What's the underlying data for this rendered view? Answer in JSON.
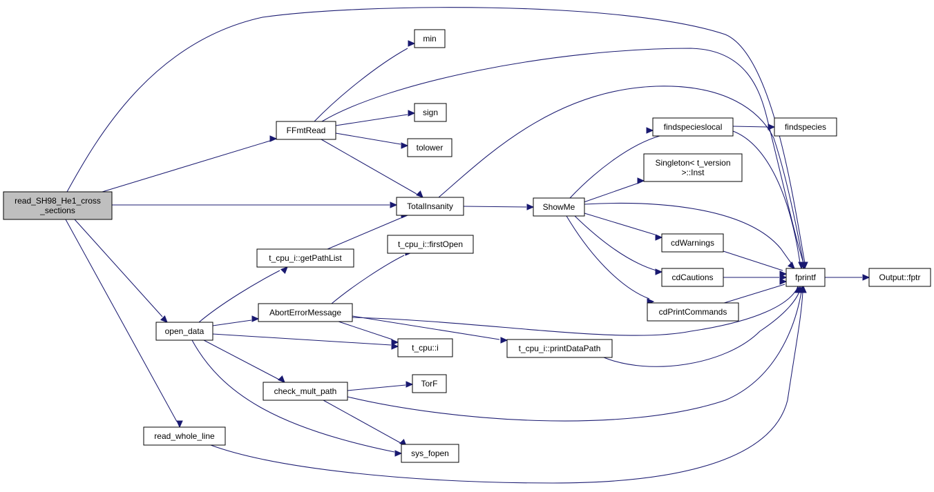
{
  "nodes": {
    "read_SH98": {
      "lines": [
        "read_SH98_He1_cross",
        "_sections"
      ]
    },
    "FFmtRead": {
      "lines": [
        "FFmtRead"
      ]
    },
    "min": {
      "lines": [
        "min"
      ]
    },
    "sign": {
      "lines": [
        "sign"
      ]
    },
    "tolower": {
      "lines": [
        "tolower"
      ]
    },
    "TotalInsanity": {
      "lines": [
        "TotalInsanity"
      ]
    },
    "ShowMe": {
      "lines": [
        "ShowMe"
      ]
    },
    "findspecieslocal": {
      "lines": [
        "findspecieslocal"
      ]
    },
    "findspecies": {
      "lines": [
        "findspecies"
      ]
    },
    "SingletonInst": {
      "lines": [
        "Singleton< t_version",
        ">::Inst"
      ]
    },
    "cdWarnings": {
      "lines": [
        "cdWarnings"
      ]
    },
    "cdCautions": {
      "lines": [
        "cdCautions"
      ]
    },
    "cdPrintCommands": {
      "lines": [
        "cdPrintCommands"
      ]
    },
    "fprintf": {
      "lines": [
        "fprintf"
      ]
    },
    "OutputFptr": {
      "lines": [
        "Output::fptr"
      ]
    },
    "getPathList": {
      "lines": [
        "t_cpu_i::getPathList"
      ]
    },
    "firstOpen": {
      "lines": [
        "t_cpu_i::firstOpen"
      ]
    },
    "AbortErrorMessage": {
      "lines": [
        "AbortErrorMessage"
      ]
    },
    "open_data": {
      "lines": [
        "open_data"
      ]
    },
    "t_cpu_i": {
      "lines": [
        "t_cpu::i"
      ]
    },
    "printDataPath": {
      "lines": [
        "t_cpu_i::printDataPath"
      ]
    },
    "check_mult_path": {
      "lines": [
        "check_mult_path"
      ]
    },
    "TorF": {
      "lines": [
        "TorF"
      ]
    },
    "sys_fopen": {
      "lines": [
        "sys_fopen"
      ]
    },
    "read_whole_line": {
      "lines": [
        "read_whole_line"
      ]
    }
  },
  "colors": {
    "edge": "#191970",
    "root_fill": "#bfbfbf",
    "node_fill": "#ffffff",
    "node_border": "#000000"
  }
}
